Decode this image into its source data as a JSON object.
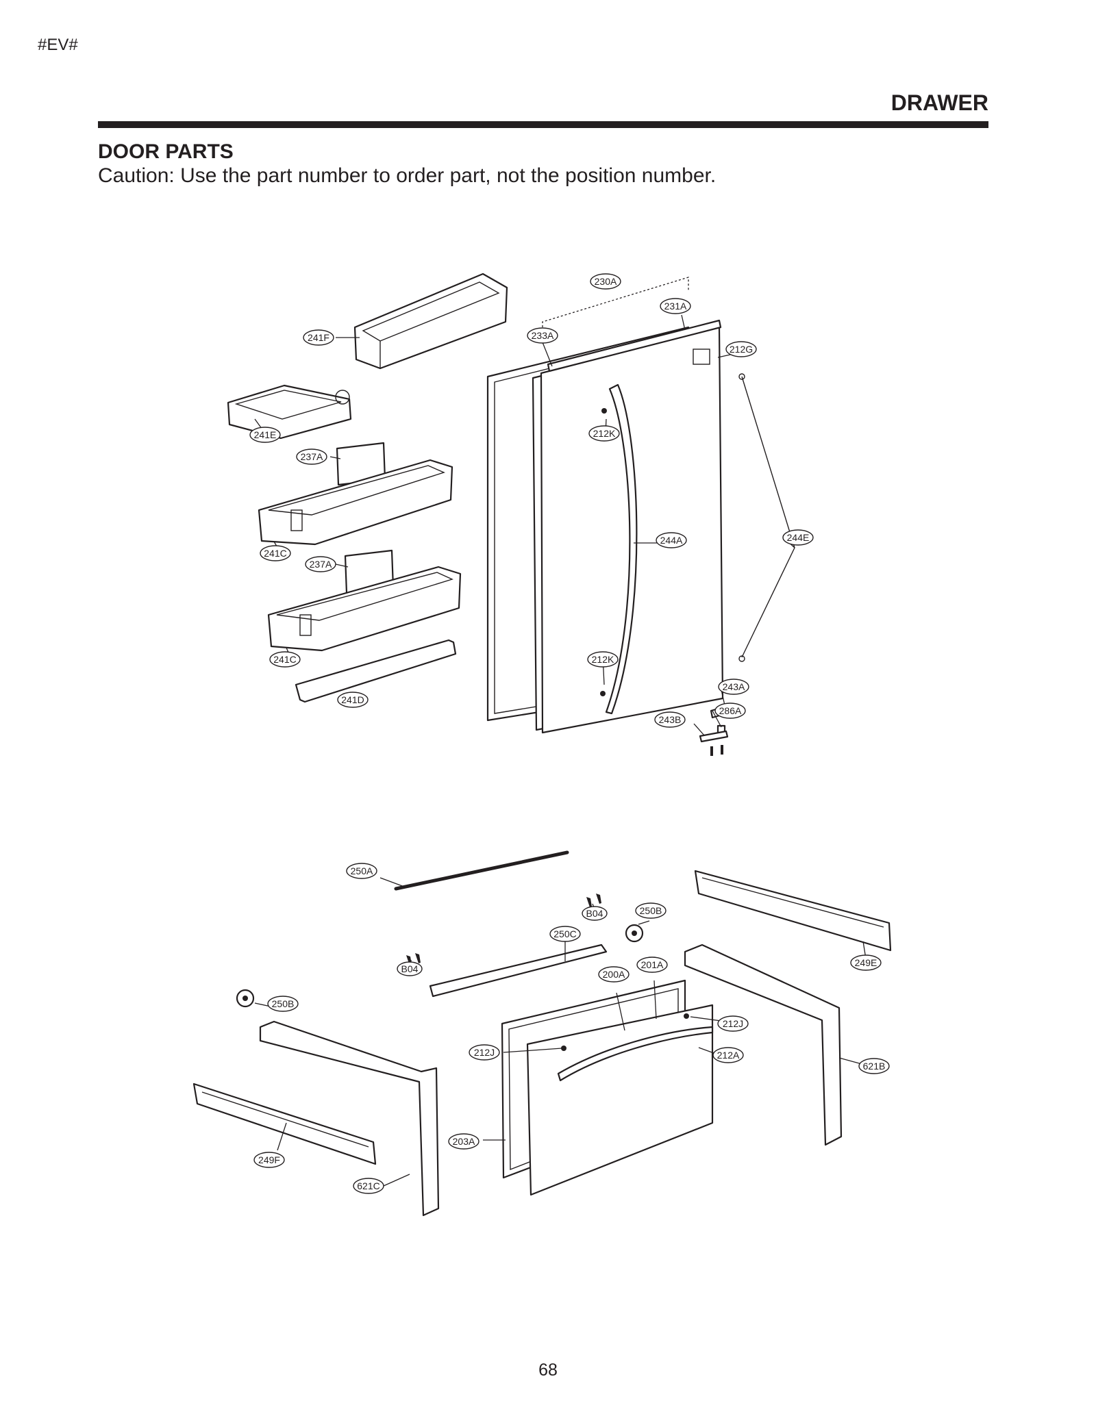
{
  "header": {
    "doc_id": "#EV#",
    "section_title": "DRAWER",
    "page_heading": "DOOR PARTS",
    "caution": "Caution: Use the part number to order part, not the position number."
  },
  "footer": {
    "page_number": "68"
  },
  "callouts": {
    "c230A": "230A",
    "c231A": "231A",
    "c233A": "233A",
    "c212G": "212G",
    "c241F": "241F",
    "c241E": "241E",
    "c237A_1": "237A",
    "c237A_2": "237A",
    "c212K_1": "212K",
    "c212K_2": "212K",
    "c244A": "244A",
    "c244E": "244E",
    "c241C_1": "241C",
    "c241C_2": "241C",
    "c241D": "241D",
    "c243A": "243A",
    "c286A": "286A",
    "c243B": "243B",
    "c250A": "250A",
    "cB04_1": "B04",
    "c250B_1": "250B",
    "c250C": "250C",
    "cB04_2": "B04",
    "c200A": "200A",
    "c201A": "201A",
    "c249E": "249E",
    "c250B_2": "250B",
    "c212J_1": "212J",
    "c212J_2": "212J",
    "c212A": "212A",
    "c621B": "621B",
    "c203A": "203A",
    "c249F": "249F",
    "c621C": "621C"
  }
}
